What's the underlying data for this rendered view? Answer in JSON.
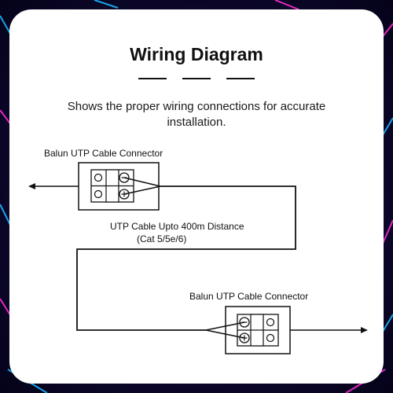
{
  "card": {
    "title": "Wiring Diagram",
    "subtitle": "Shows the proper wiring connections for accurate installation."
  },
  "diagram": {
    "connector_top_label": "Balun UTP Cable Connector",
    "connector_bottom_label": "Balun UTP Cable Connector",
    "cable_label_line1": "UTP Cable Upto 400m  Distance",
    "cable_label_line2": "(Cat 5/5e/6)"
  },
  "colors": {
    "card_background": "#ffffff",
    "ink": "#111111",
    "page_background": "#0a0628",
    "neon_blue": "#19b5ff",
    "neon_magenta": "#ff2ad4"
  }
}
